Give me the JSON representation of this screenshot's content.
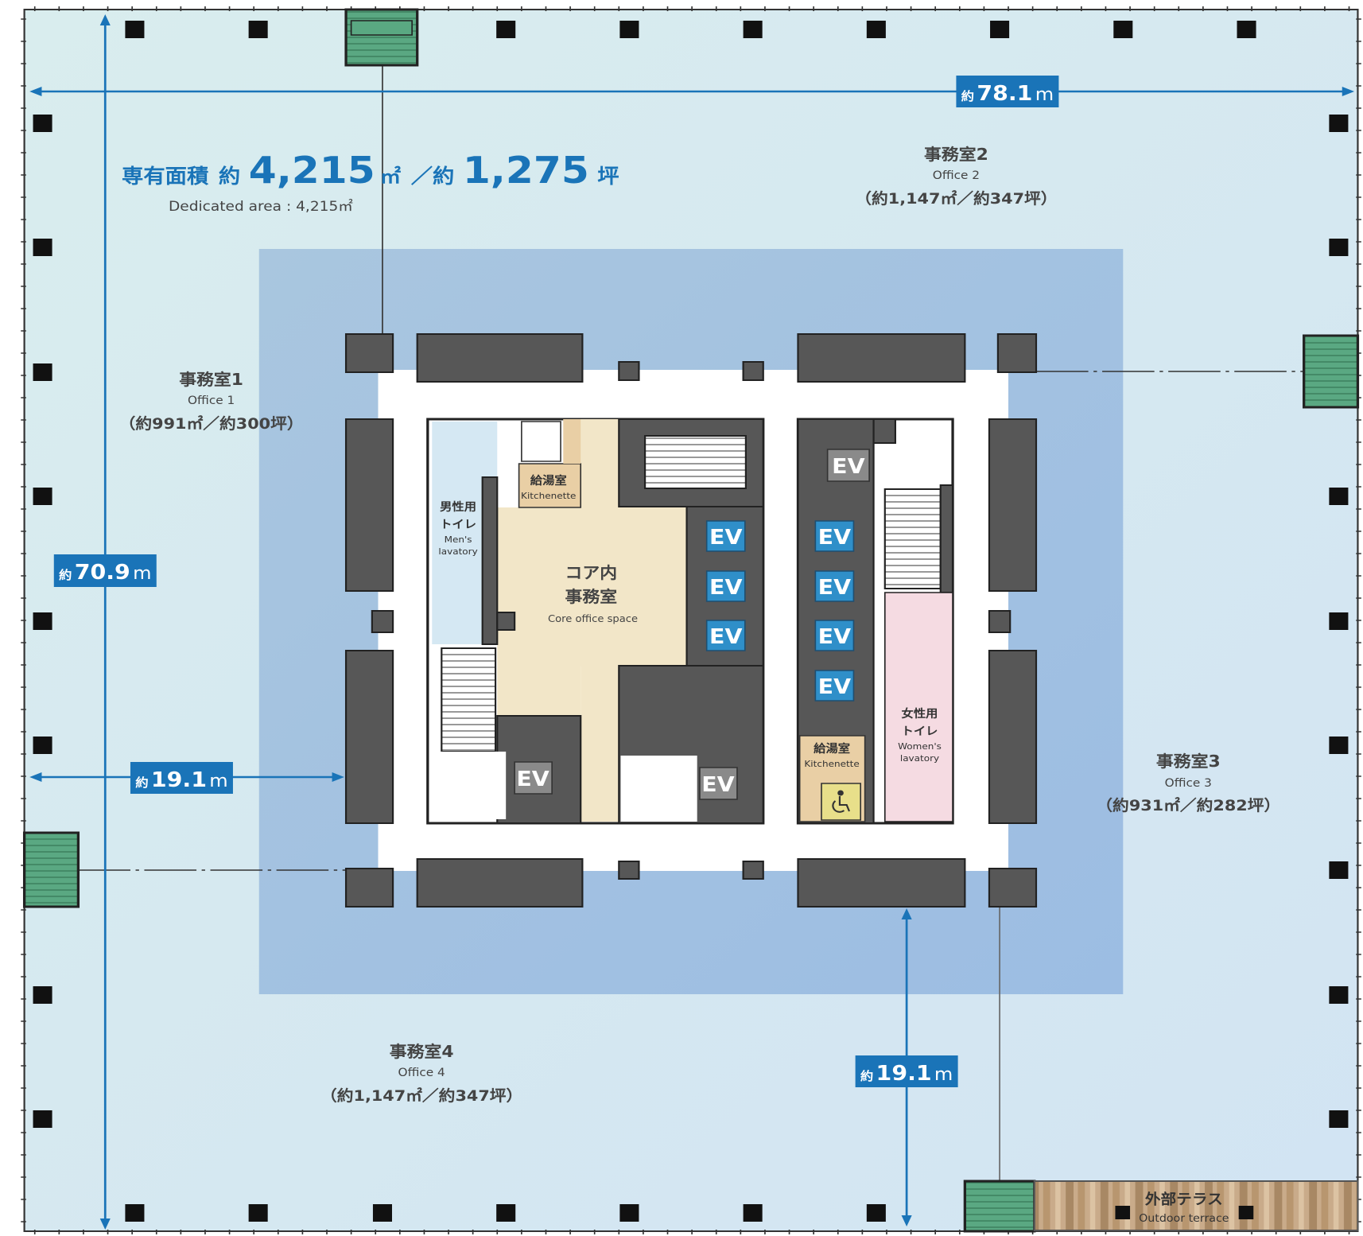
{
  "summary": {
    "label": "専有面積",
    "approx": "約",
    "area_sqm": "4,215",
    "unit_sqm": "㎡",
    "separator": "／約",
    "area_tsubo": "1,275",
    "unit_tsubo": "坪",
    "english": "Dedicated area : 4,215㎡"
  },
  "offices": [
    {
      "ja": "事務室1",
      "en": "Office 1",
      "area": "（約991㎡／約300坪）"
    },
    {
      "ja": "事務室2",
      "en": "Office 2",
      "area": "（約1,147㎡／約347坪）"
    },
    {
      "ja": "事務室3",
      "en": "Office 3",
      "area": "（約931㎡／約282坪）"
    },
    {
      "ja": "事務室4",
      "en": "Office 4",
      "area": "（約1,147㎡／約347坪）"
    }
  ],
  "dimensions": [
    {
      "prefix": "約",
      "value": "78.1",
      "unit": "m"
    },
    {
      "prefix": "約",
      "value": "70.9",
      "unit": "m"
    },
    {
      "prefix": "約",
      "value": "19.1",
      "unit": "m"
    },
    {
      "prefix": "約",
      "value": "19.1",
      "unit": "m"
    }
  ],
  "core": {
    "title_ja_1": "コア内",
    "title_ja_2": "事務室",
    "title_en": "Core office space",
    "kitchenette_ja": "給湯室",
    "kitchenette_en": "Kitchenette",
    "mens_ja_1": "男性用",
    "mens_ja_2": "トイレ",
    "mens_en_1": "Men's",
    "mens_en_2": "lavatory",
    "womens_ja_1": "女性用",
    "womens_ja_2": "トイレ",
    "womens_en_1": "Women's",
    "womens_en_2": "lavatory",
    "ev_label": "EV",
    "accessible_icon": "wheelchair-icon"
  },
  "terrace": {
    "ja": "外部テラス",
    "en": "Outdoor terrace"
  },
  "colors": {
    "floor": "#d6e9f1",
    "perimeter_zone": "#a3c1e0",
    "accent": "#1a74b8",
    "core_office": "#f2e6c8",
    "kitchenette": "#e9cfa5",
    "mens": "#d5e8f3",
    "womens": "#f5dbe2",
    "stair_green": "#4fa27a"
  }
}
